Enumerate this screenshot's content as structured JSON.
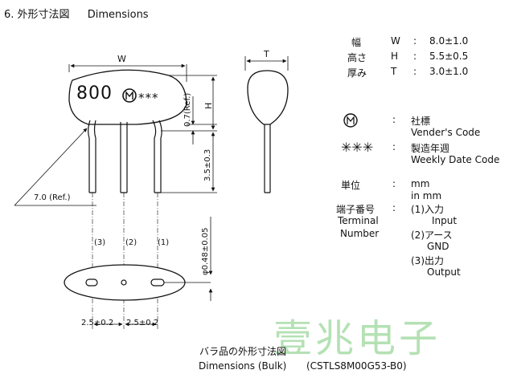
{
  "heading": {
    "number": "6.",
    "title_jp": "外形寸法図",
    "title_en": "Dimensions"
  },
  "part_marking": {
    "value": "800",
    "code": "***"
  },
  "dimension_labels": {
    "width": "W",
    "thickness": "T",
    "height": "H",
    "ref_height": "0.7(Ref.)",
    "lead_length": "3.5±0.3",
    "lead_span_ref": "7.0 (Ref.)",
    "lead_diameter": "φ0.48±0.05",
    "pitch_left": "2.5±0.2",
    "pitch_right": "2.5±0.2"
  },
  "pins": [
    "(3)",
    "(2)",
    "(1)"
  ],
  "spec_table": [
    {
      "label": "幅",
      "symbol": "W",
      "sep": ":",
      "value": "8.0±1.0"
    },
    {
      "label": "高さ",
      "symbol": "H",
      "sep": ":",
      "value": "5.5±0.5"
    },
    {
      "label": "厚み",
      "symbol": "T",
      "sep": ":",
      "value": "3.0±1.0"
    }
  ],
  "legend": {
    "vendor": {
      "sep": ":",
      "jp": "社標",
      "en": "Vender's Code"
    },
    "date": {
      "symbol": "✳✳✳",
      "sep": ":",
      "jp": "製造年週",
      "en": "Weekly Date Code"
    }
  },
  "unit": {
    "label": "単位",
    "sep": ":",
    "value": "mm",
    "value_en": "in mm"
  },
  "terminal": {
    "label_jp": "端子番号",
    "label_en_1": "Terminal",
    "label_en_2": "Number",
    "sep": ":",
    "items": [
      {
        "jp": "(1)入力",
        "en": "Input"
      },
      {
        "jp": "(2)アース",
        "en": "GND"
      },
      {
        "jp": "(3)出力",
        "en": "Output"
      }
    ]
  },
  "caption": {
    "jp": "バラ品の外形寸法図",
    "en": "Dimensions (Bulk)",
    "part": "(CSTLS8M00G53-B0)"
  },
  "watermark": "壹兆电子",
  "colors": {
    "line": "#111111",
    "body_fill": "#ffffff",
    "watermark": "#a8dca8"
  }
}
